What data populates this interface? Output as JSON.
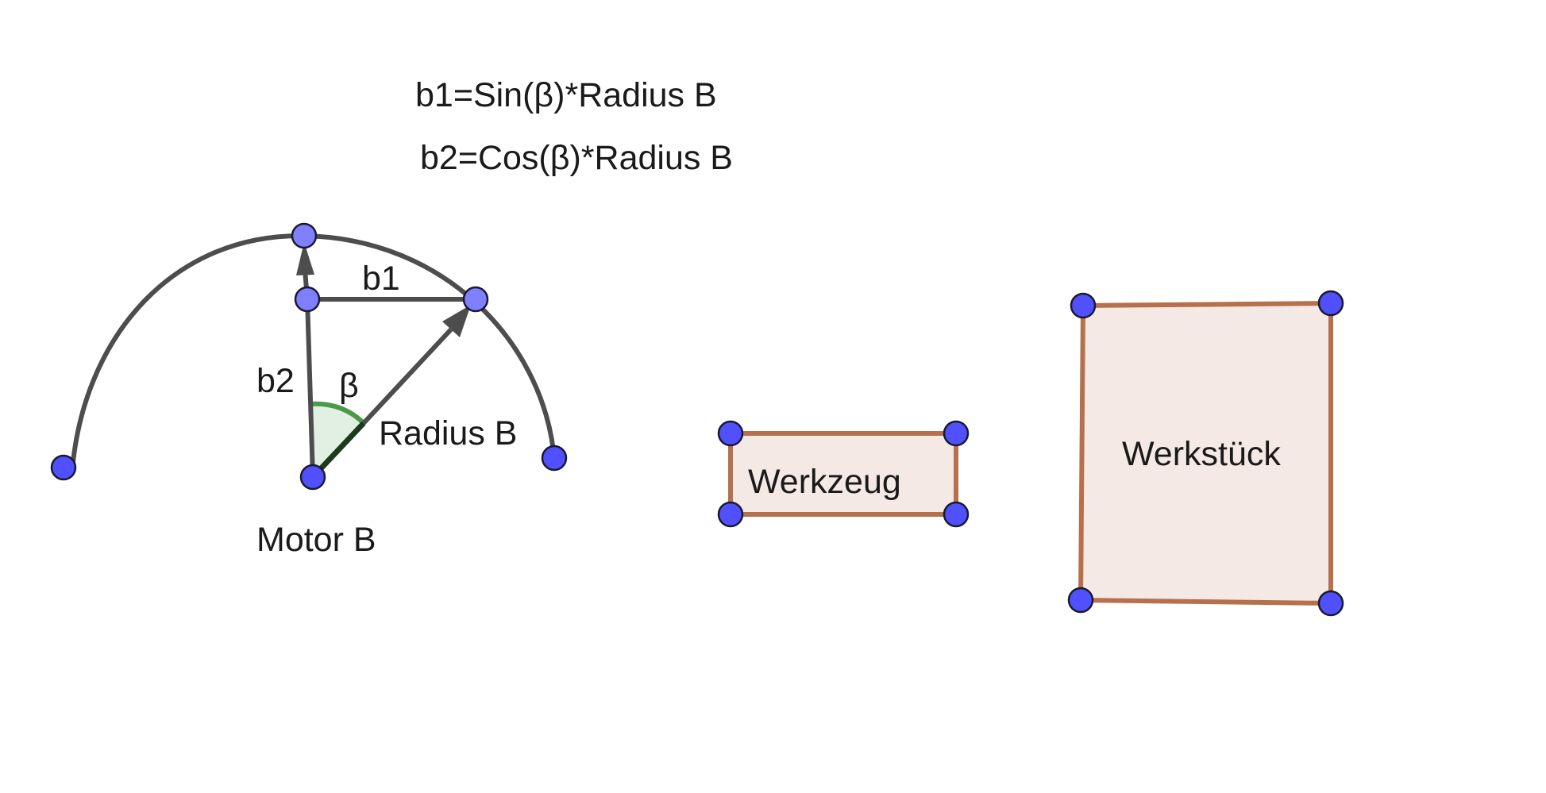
{
  "formulas": {
    "b1": "b1=Sin(β)*Radius B",
    "b2": "b2=Cos(β)*Radius B"
  },
  "labels": {
    "b1": "b1",
    "b2": "b2",
    "beta": "β",
    "radius": "Radius B",
    "motor": "Motor B",
    "tool": "Werkzeug",
    "workpiece": "Werkstück"
  },
  "colors": {
    "point_fill": "#5050ff",
    "point_fill_light": "#7f7fff",
    "point_stroke": "#1a1a2e",
    "line": "#4d4d4d",
    "rect_stroke": "#b7704c",
    "rect_fill": "#f4e9e5",
    "angle_stroke": "#4a9a4a",
    "angle_fill": "#e2f0e2"
  }
}
